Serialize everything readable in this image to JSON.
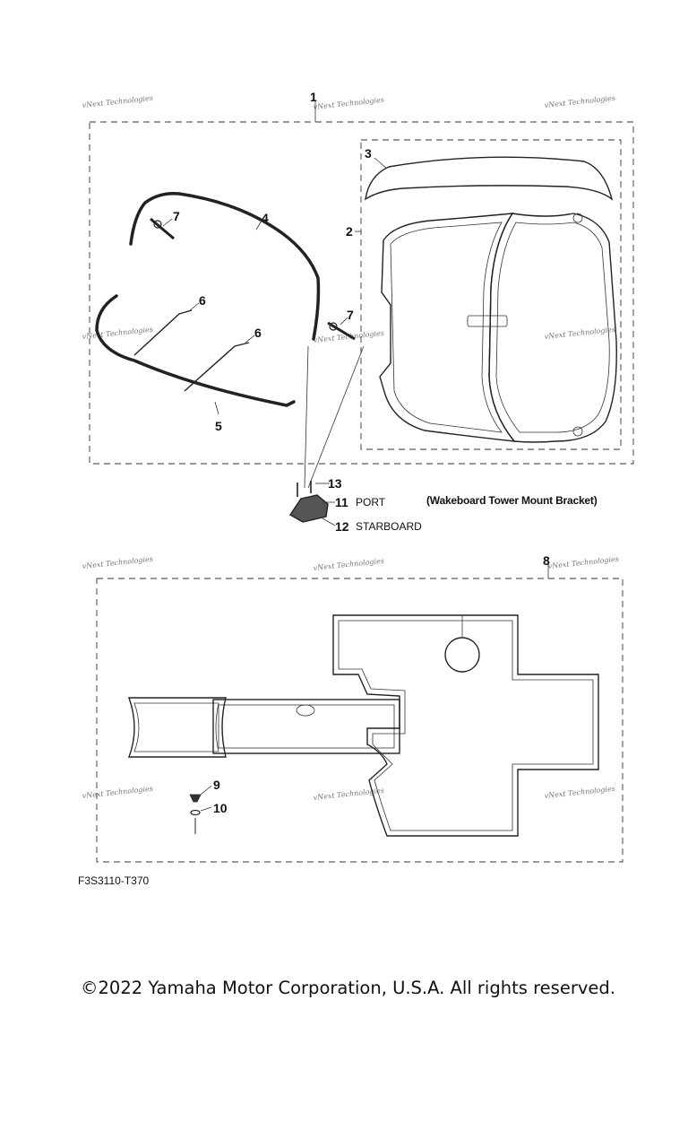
{
  "callouts": {
    "c1": "1",
    "c2": "2",
    "c3": "3",
    "c4": "4",
    "c5": "5",
    "c6a": "6",
    "c6b": "6",
    "c7a": "7",
    "c7b": "7",
    "c8": "8",
    "c9": "9",
    "c10": "10",
    "c11": "11",
    "c12": "12",
    "c13": "13"
  },
  "labels": {
    "port": "PORT",
    "starboard": "STARBOARD",
    "bracket_note": "(Wakeboard Tower Mount Bracket)"
  },
  "watermark": "vNext Technologies",
  "figure_code": "F3S3110-T370",
  "copyright": "©2022 Yamaha Motor Corporation, U.S.A. All rights reserved."
}
